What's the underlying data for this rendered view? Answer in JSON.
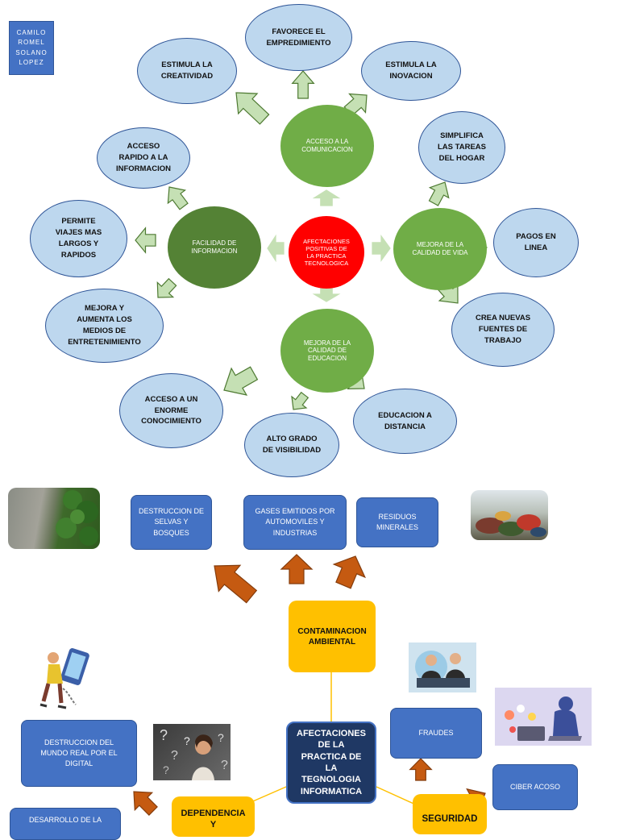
{
  "author_box": {
    "text": "CAMILO\nROMEL\nSOLANO\nLOPEZ"
  },
  "top_map": {
    "center": "AFECTACIONES\nPOSITIVAS DE\nLA PRACTICA\nTECNOLOGICA",
    "hubs": {
      "comunicacion": "ACCESO A LA\nCOMUNICACION",
      "informacion": "FACILIDAD DE\nINFORMACION",
      "vida": "MEJORA DE LA\nCALIDAD DE VIDA",
      "educacion": "MEJORA DE LA\nCALIDAD DE\nEDUCACION"
    },
    "leaves": {
      "emprendimiento": "FAVORECE EL\nEMPREDIMIENTO",
      "creatividad": "ESTIMULA LA\nCREATIVIDAD",
      "inovacion": "ESTIMULA LA\nINOVACION",
      "acceso_rapido": "ACCESO\nRAPIDO A LA\nINFORMACION",
      "hogar": "SIMPLIFICA\nLAS TAREAS\nDEL HOGAR",
      "viajes": "PERMITE\nVIAJES MAS\nLARGOS Y\nRAPIDOS",
      "pagos": "PAGOS EN\nLINEA",
      "entretenimiento": "MEJORA Y\nAUMENTA LOS\nMEDIOS DE\nENTRETENIMIENTO",
      "trabajo": "CREA NUEVAS\nFUENTES DE\nTRABAJO",
      "conocimiento": "ACCESO A UN\nENORME\nCONOCIMIENTO",
      "distancia": "EDUCACION A\nDISTANCIA",
      "visibilidad": "ALTO GRADO\nDE VISIBILIDAD"
    }
  },
  "bottom_map": {
    "contaminacion": "CONTAMINACION\nAMBIENTAL",
    "selvas": "DESTRUCCION DE\nSELVAS Y\nBOSQUES",
    "gases": "GASES EMITIDOS POR\nAUTOMOVILES Y\nINDUSTRIAS",
    "residuos": "RESIDUOS\nMINERALES",
    "center": "AFECTACIONES\nDE LA\nPRACTICA DE\nLA\nTEGNOLOGIA\nINFORMATICA",
    "mundo_real": "DESTRUCCION DEL\nMUNDO REAL POR EL\nDIGITAL",
    "desarrollo": "DESARROLLO DE LA",
    "dependencia": "DEPENDENCIA\nY",
    "seguridad": "SEGURIDAD",
    "fraudes": "FRAUDES",
    "ciber_acoso": "CIBER ACOSO"
  },
  "colors": {
    "light_green_arrow": "#c5e0b4",
    "orange_arrow": "#c55a11",
    "dark_green": "#548235",
    "mid_green": "#70ad47",
    "red": "#ff0000",
    "oval_fill": "#bdd7ee",
    "box_blue": "#4472c4",
    "navy": "#1f3864",
    "yellow": "#ffc000"
  }
}
